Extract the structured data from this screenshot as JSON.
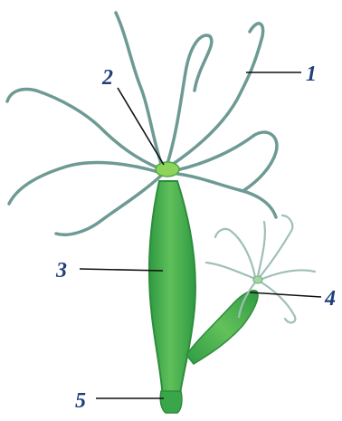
{
  "diagram": {
    "subject": "hydra",
    "colors": {
      "tentacle": "#6d9a93",
      "tentacle_dot": "#a9c6c0",
      "body": "#3fae4c",
      "body_light": "#7ccb6b",
      "body_edge": "#2d8c3c",
      "mouth": "#8fd45a"
    },
    "labels": [
      {
        "id": "1",
        "text": "1"
      },
      {
        "id": "2",
        "text": "2"
      },
      {
        "id": "3",
        "text": "3"
      },
      {
        "id": "4",
        "text": "4"
      },
      {
        "id": "5",
        "text": "5"
      }
    ]
  }
}
